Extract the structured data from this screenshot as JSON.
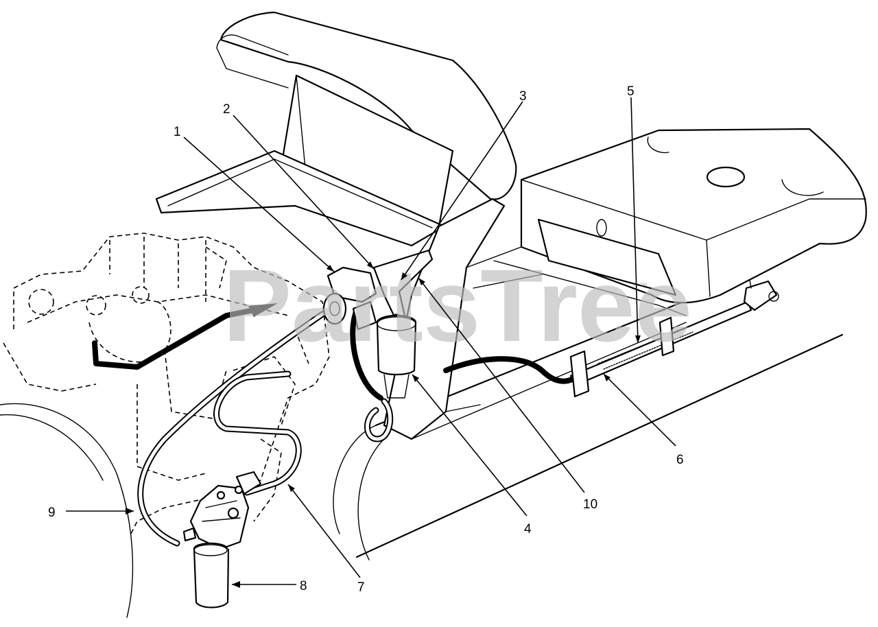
{
  "watermark": {
    "text": "PartsTree",
    "trademark": "™"
  },
  "callouts": [
    {
      "id": "1",
      "label": "1"
    },
    {
      "id": "2",
      "label": "2"
    },
    {
      "id": "3",
      "label": "3"
    },
    {
      "id": "4",
      "label": "4"
    },
    {
      "id": "5",
      "label": "5"
    },
    {
      "id": "6",
      "label": "6"
    },
    {
      "id": "7",
      "label": "7"
    },
    {
      "id": "8",
      "label": "8"
    },
    {
      "id": "9",
      "label": "9"
    },
    {
      "id": "10",
      "label": "10"
    }
  ]
}
